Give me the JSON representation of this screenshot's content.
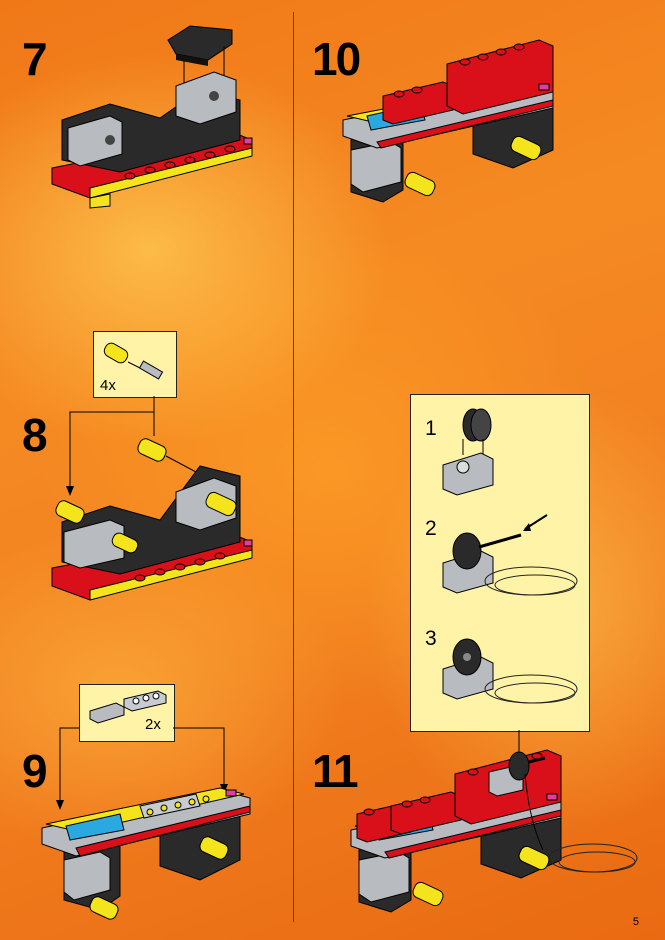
{
  "page": {
    "number": "5"
  },
  "steps": {
    "s7": {
      "label": "7"
    },
    "s8": {
      "label": "8",
      "callout_qty": "4x"
    },
    "s9": {
      "label": "9",
      "callout_qty": "2x"
    },
    "s10": {
      "label": "10"
    },
    "s11": {
      "label": "11",
      "substeps": [
        "1",
        "2",
        "3"
      ]
    }
  },
  "colors": {
    "background": "#f28020",
    "callout": "#fff3a8",
    "brick_black": "#2a2a2a",
    "brick_gray": "#b8bcc0",
    "brick_red": "#d9101a",
    "brick_yellow": "#f4e41c",
    "brick_blue": "#2aa8e0",
    "brick_pink": "#e0409a"
  }
}
